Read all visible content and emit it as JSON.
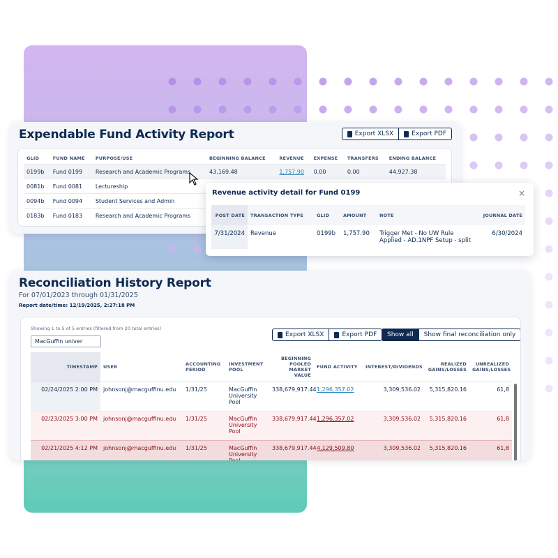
{
  "fund_report": {
    "title": "Expendable Fund Activity Report",
    "export_xlsx": "Export XLSX",
    "export_pdf": "Export PDF",
    "columns": [
      "GLID",
      "FUND NAME",
      "PURPOSE/USE",
      "BEGINNING BALANCE",
      "REVENUE",
      "EXPENSE",
      "TRANSFERS",
      "ENDING BALANCE"
    ],
    "rows": [
      [
        "0199b",
        "Fund 0199",
        "Research and Academic Programs",
        "43,169.48",
        "1,757.90",
        "0.00",
        "0.00",
        "44,927.38"
      ],
      [
        "0081b",
        "Fund 0081",
        "Lectureship",
        "",
        "",
        "",
        "",
        ""
      ],
      [
        "0094b",
        "Fund 0094",
        "Student Services and Admin",
        "",
        "",
        "",
        "",
        ""
      ],
      [
        "0183b",
        "Fund 0183",
        "Research and Academic Programs",
        "",
        "",
        "",
        "",
        ""
      ]
    ]
  },
  "detail": {
    "title": "Revenue activity detail for Fund 0199",
    "close": "×",
    "columns": [
      "POST DATE",
      "TRANSACTION TYPE",
      "GLID",
      "AMOUNT",
      "NOTE",
      "JOURNAL DATE"
    ],
    "row": [
      "7/31/2024",
      "Revenue",
      "0199b",
      "1,757.90",
      "Trigger Met - No UW Rule Applied - AD.1NPF Setup - split",
      "6/30/2024"
    ]
  },
  "recon": {
    "title": "Reconciliation History Report",
    "subtitle": "For 07/01/2023 through 01/31/2025",
    "report_date": "Report date/time: 12/19/2025, 2:27:18 PM",
    "showing": "Showing 1 to 5 of 5 entries (filtered from 20 total entries)",
    "search_value": "MacGuffin univer",
    "export_xlsx": "Export XLSX",
    "export_pdf": "Export PDF",
    "show_all": "Show all",
    "show_final": "Show final reconciliation only",
    "columns": [
      "TIMESTAMP",
      "USER",
      "ACCOUNTING PERIOD",
      "INVESTMENT POOL",
      "BEGINNING POOLED MARKET VALUE",
      "FUND ACTIVITY",
      "INTEREST/DIVIDENDS",
      "REALIZED GAINS/LOSSES",
      "UNREALIZED GAINS/LOSSES"
    ],
    "rows": [
      [
        "02/24/2025 2:00 PM",
        "johnsonj@macguffinu.edu",
        "1/31/25",
        "MacGuffin University Pool",
        "338,679,917.44",
        "1,296,357.02",
        "3,309,536.02",
        "5,315,820.16",
        "61,8"
      ],
      [
        "02/23/2025 3:00 PM",
        "johnsonj@macguffinu.edu",
        "1/31/25",
        "MacGuffin University Pool",
        "338,679,917.44",
        "1,296,357.02",
        "3,309,536.02",
        "5,315,820.16",
        "61,8"
      ],
      [
        "02/21/2025 4:12 PM",
        "johnsonj@macguffinu.edu",
        "1/31/25",
        "MacGuffin University Pool",
        "338,679,917.44",
        "4,129,509.80",
        "3,309,536.02",
        "5,315,820.16",
        "61,8"
      ]
    ]
  },
  "colors": {
    "navy": "#0d2a52",
    "link": "#1e7fb8",
    "warn_text": "#8a1020",
    "warn_bg1": "#fdf0f0",
    "warn_bg2": "#f3dcdd"
  }
}
